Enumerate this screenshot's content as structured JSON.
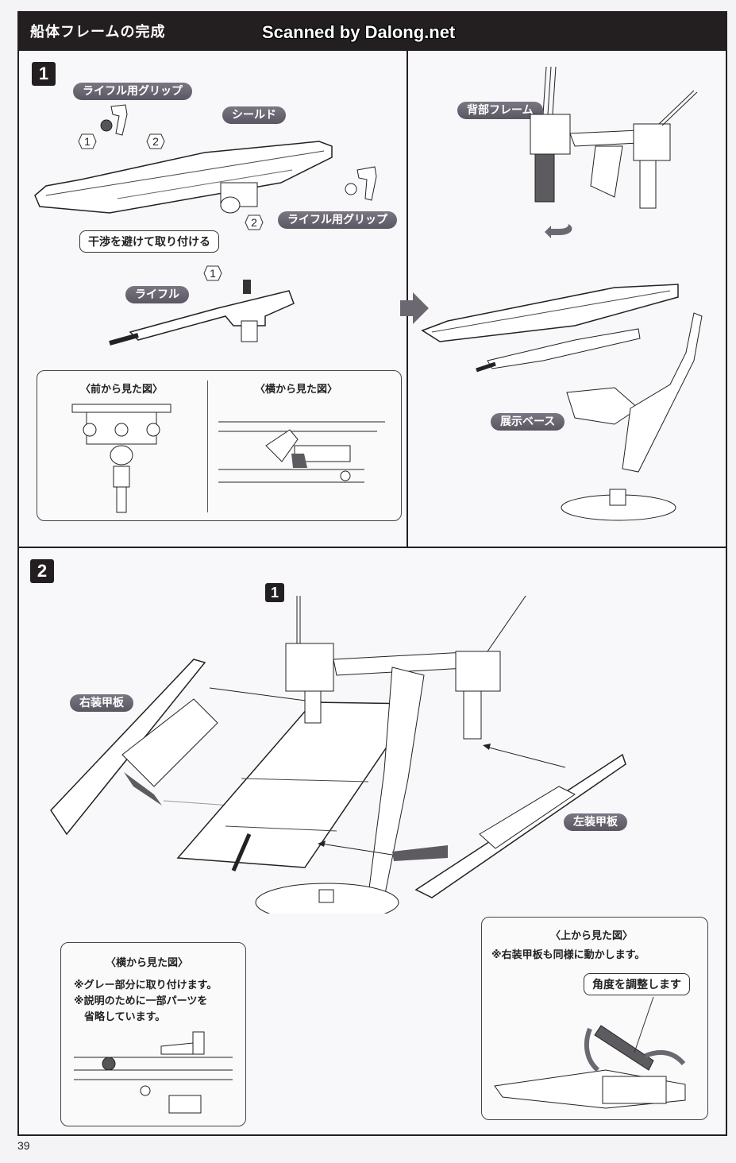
{
  "header": {
    "title": "船体フレームの完成",
    "watermark": "Scanned by Dalong.net"
  },
  "step1": {
    "badge": "1",
    "labels": {
      "rifle_grip_top": "ライフル用グリップ",
      "shield": "シールド",
      "rifle_grip_right": "ライフル用グリップ",
      "rifle": "ライフル",
      "back_frame": "背部フレーム",
      "display_base": "展示ベース"
    },
    "callout": "干渉を避けて取り付ける",
    "order_markers": [
      "1",
      "2",
      "2",
      "1"
    ],
    "inset": {
      "front_view_title": "〈前から見た図〉",
      "side_view_title": "〈横から見た図〉"
    }
  },
  "step2": {
    "badge": "2",
    "sub_badge": "1",
    "labels": {
      "right_armor": "右装甲板",
      "left_armor": "左装甲板"
    },
    "side_inset": {
      "title": "〈横から見た図〉",
      "notes": [
        "※グレー部分に取り付けます。",
        "※説明のために一部パーツを",
        "　省略しています。"
      ]
    },
    "top_inset": {
      "title": "〈上から見た図〉",
      "note": "※右装甲板も同様に動かします。",
      "callout": "角度を調整します"
    }
  },
  "footer": {
    "page_number": "39"
  },
  "colors": {
    "header_bg": "#231f20",
    "pill_bg": "#6a6672",
    "highlight_gray": "#5d5a60"
  }
}
